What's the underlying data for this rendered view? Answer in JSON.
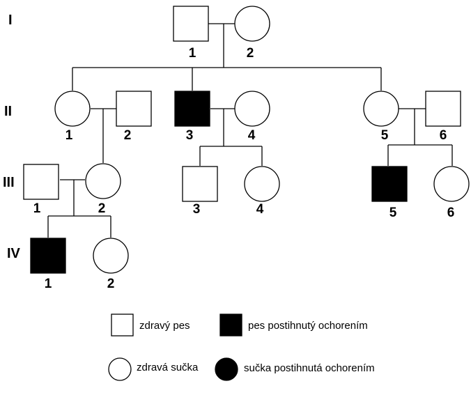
{
  "generations": [
    "I",
    "II",
    "III",
    "IV"
  ],
  "individuals": [
    {
      "id": "I-1",
      "gen": "I",
      "num": "1",
      "sex": "male",
      "affected": false
    },
    {
      "id": "I-2",
      "gen": "I",
      "num": "2",
      "sex": "female",
      "affected": false
    },
    {
      "id": "II-1",
      "gen": "II",
      "num": "1",
      "sex": "female",
      "affected": false
    },
    {
      "id": "II-2",
      "gen": "II",
      "num": "2",
      "sex": "male",
      "affected": false
    },
    {
      "id": "II-3",
      "gen": "II",
      "num": "3",
      "sex": "male",
      "affected": true
    },
    {
      "id": "II-4",
      "gen": "II",
      "num": "4",
      "sex": "female",
      "affected": false
    },
    {
      "id": "II-5",
      "gen": "II",
      "num": "5",
      "sex": "female",
      "affected": false
    },
    {
      "id": "II-6",
      "gen": "II",
      "num": "6",
      "sex": "male",
      "affected": false
    },
    {
      "id": "III-1",
      "gen": "III",
      "num": "1",
      "sex": "male",
      "affected": false
    },
    {
      "id": "III-2",
      "gen": "III",
      "num": "2",
      "sex": "female",
      "affected": false
    },
    {
      "id": "III-3",
      "gen": "III",
      "num": "3",
      "sex": "male",
      "affected": false
    },
    {
      "id": "III-4",
      "gen": "III",
      "num": "4",
      "sex": "female",
      "affected": false
    },
    {
      "id": "III-5",
      "gen": "III",
      "num": "5",
      "sex": "male",
      "affected": true
    },
    {
      "id": "III-6",
      "gen": "III",
      "num": "6",
      "sex": "female",
      "affected": false
    },
    {
      "id": "IV-1",
      "gen": "IV",
      "num": "1",
      "sex": "male",
      "affected": true
    },
    {
      "id": "IV-2",
      "gen": "IV",
      "num": "2",
      "sex": "female",
      "affected": false
    }
  ],
  "legend": {
    "healthy_male": "zdravý pes",
    "affected_male": "pes postihnutý ochorením",
    "healthy_female": "zdravá sučka",
    "affected_female": "sučka postihnutá ochorením"
  },
  "colors": {
    "affected": "#000000",
    "healthy": "#ffffff",
    "stroke": "#000000"
  }
}
